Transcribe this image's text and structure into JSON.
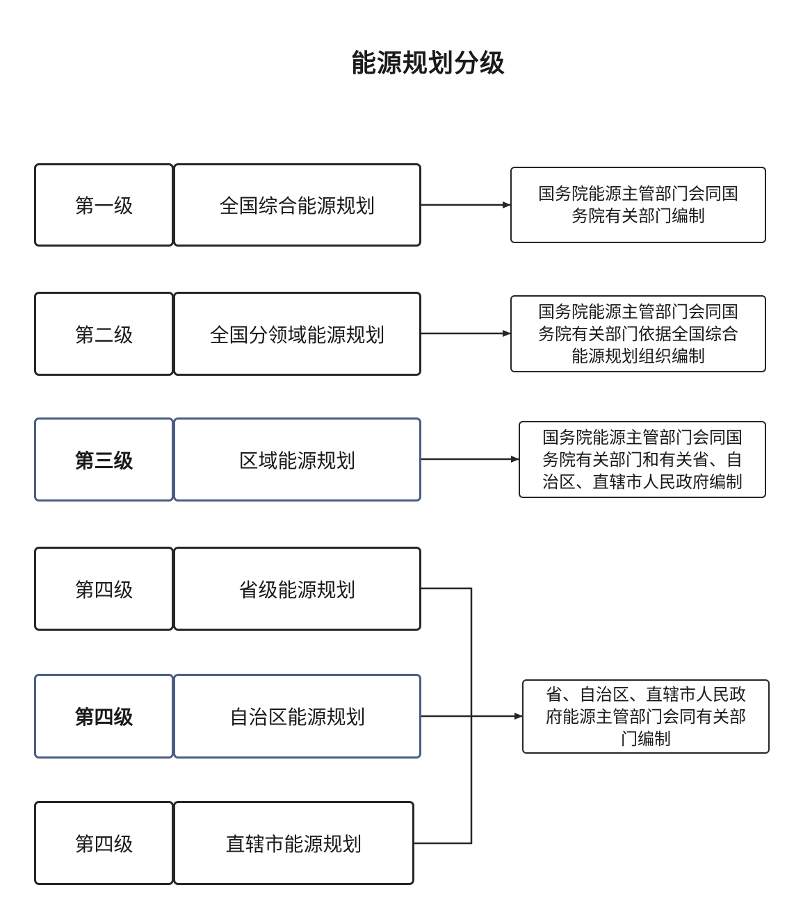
{
  "title": "能源规划分级",
  "rows": [
    {
      "level": "第一级",
      "name": "全国综合能源规划"
    },
    {
      "level": "第二级",
      "name": "全国分领域能源规划"
    },
    {
      "level": "第三级",
      "name": "区域能源规划"
    },
    {
      "level": "第四级",
      "name": "省级能源规划"
    },
    {
      "level": "第四级",
      "name": "自治区能源规划"
    },
    {
      "level": "第四级",
      "name": "直辖市能源规划"
    }
  ],
  "descriptions": [
    {
      "lines": [
        "国务院能源主管部门会同国",
        "务院有关部门编制"
      ]
    },
    {
      "lines": [
        "国务院能源主管部门会同国",
        "务院有关部门依据全国综合",
        "能源规划组织编制"
      ]
    },
    {
      "lines": [
        "国务院能源主管部门会同国",
        "务院有关部门和有关省、自",
        "治区、直辖市人民政府编制"
      ]
    },
    {
      "lines": [
        "省、自治区、直辖市人民政",
        "府能源主管部门会同有关部",
        "门编制"
      ]
    }
  ]
}
